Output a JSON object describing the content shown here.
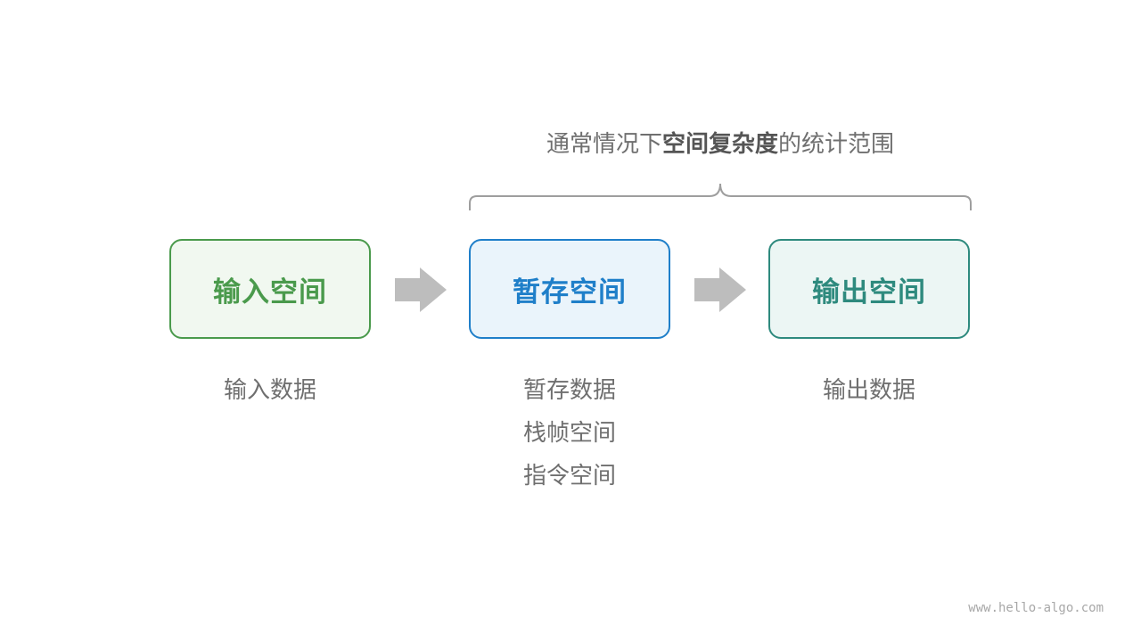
{
  "caption": {
    "prefix": "通常情况下",
    "highlight": "空间复杂度",
    "suffix": "的统计范围"
  },
  "boxes": [
    {
      "label": "输入空间",
      "color": "#4a9a4c"
    },
    {
      "label": "暂存空间",
      "color": "#1f7fc9"
    },
    {
      "label": "输出空间",
      "color": "#2e8a7e"
    }
  ],
  "lists": {
    "input": [
      "输入数据"
    ],
    "temp": [
      "暂存数据",
      "栈帧空间",
      "指令空间"
    ],
    "output": [
      "输出数据"
    ]
  },
  "arrow_color": "#bdbdbd",
  "brace_color": "#9e9e9e",
  "watermark": "www.hello-algo.com"
}
